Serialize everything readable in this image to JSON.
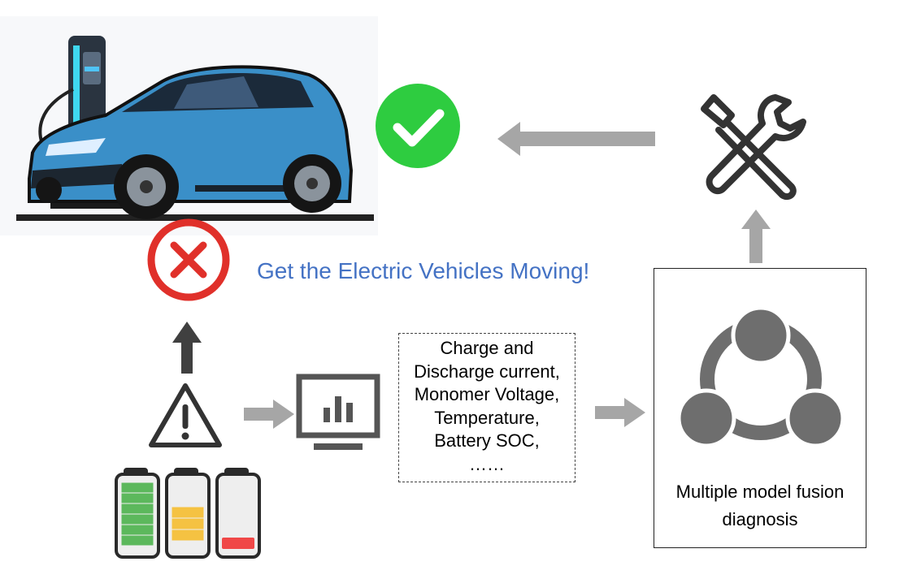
{
  "colors": {
    "title": "#4472c4",
    "check": "#2ecc40",
    "cross": "#e0302a",
    "arrow_gray": "#a6a6a6",
    "arrow_dark": "#404040",
    "icon_dark": "#333333",
    "fusion": "#6e6e6e",
    "battery_green": "#5cb85c",
    "battery_yellow": "#f5c242",
    "battery_red": "#f04848"
  },
  "diagram": {
    "title": "Get the Electric Vehicles Moving!",
    "parameters": [
      "Charge and",
      "Discharge current,",
      "Monomer Voltage,",
      "Temperature,",
      "Battery SOC,",
      "……"
    ],
    "fusion_label": [
      "Multiple model fusion",
      "diagnosis"
    ],
    "icons": {
      "car": "electric-car-charging",
      "check": "check-circle",
      "cross": "x-circle",
      "warning": "warning-triangle",
      "monitor": "monitor-bar-chart",
      "tools": "wrench-screwdriver",
      "fusion": "network-nodes",
      "batteries": "battery-levels"
    }
  }
}
